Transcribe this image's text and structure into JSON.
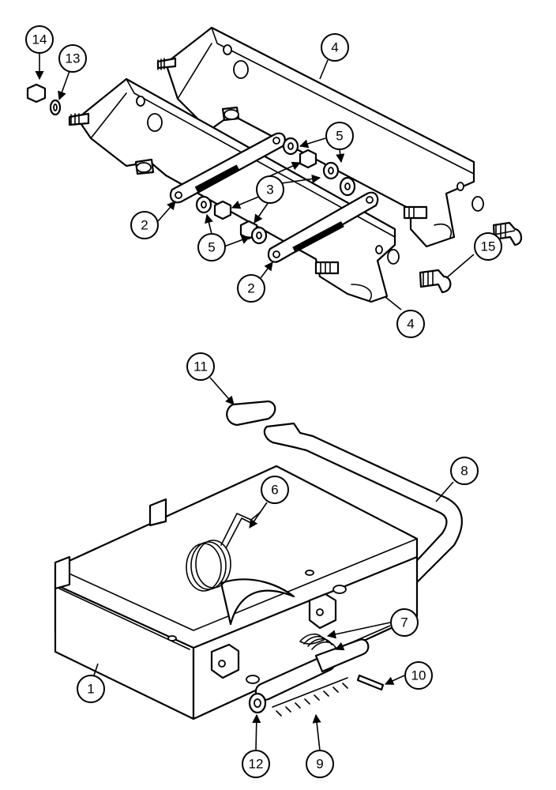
{
  "diagram": {
    "callouts": [
      {
        "id": "c14",
        "label": "14"
      },
      {
        "id": "c13",
        "label": "13"
      },
      {
        "id": "c4a",
        "label": "4"
      },
      {
        "id": "c5a",
        "label": "5"
      },
      {
        "id": "c3",
        "label": "3"
      },
      {
        "id": "c2a",
        "label": "2"
      },
      {
        "id": "c5b",
        "label": "5"
      },
      {
        "id": "c2b",
        "label": "2"
      },
      {
        "id": "c15",
        "label": "15"
      },
      {
        "id": "c4b",
        "label": "4"
      },
      {
        "id": "c11",
        "label": "11"
      },
      {
        "id": "c8",
        "label": "8"
      },
      {
        "id": "c6",
        "label": "6"
      },
      {
        "id": "c7",
        "label": "7"
      },
      {
        "id": "c10",
        "label": "10"
      },
      {
        "id": "c1",
        "label": "1"
      },
      {
        "id": "c12",
        "label": "12"
      },
      {
        "id": "c9",
        "label": "9"
      }
    ]
  }
}
